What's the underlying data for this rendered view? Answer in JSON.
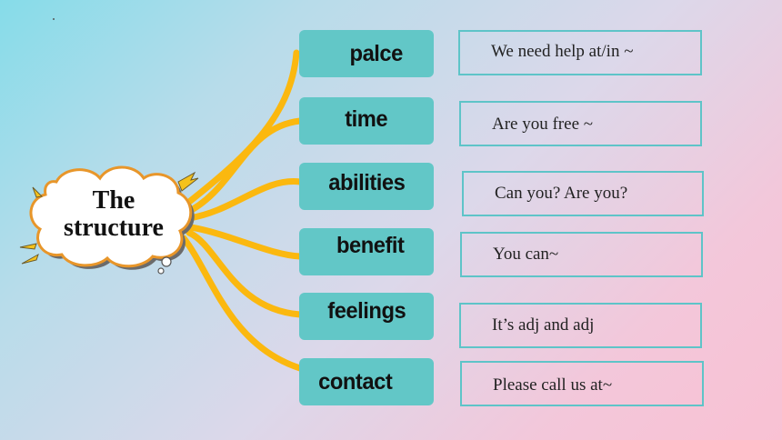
{
  "center": {
    "line1": "The",
    "line2": "structure"
  },
  "rows": [
    {
      "topic": "palce",
      "phrase": "We need help at/in ~"
    },
    {
      "topic": "time",
      "phrase": "Are you free  ~"
    },
    {
      "topic": "abilities",
      "phrase": "Can you? Are you?"
    },
    {
      "topic": "benefit",
      "phrase": "You can~"
    },
    {
      "topic": "feelings",
      "phrase": "It’s adj and adj"
    },
    {
      "topic": "contact",
      "phrase": "Please call us at~"
    }
  ],
  "colors": {
    "topic_fill": "#62c7c7",
    "phrase_border": "#5ec4c8",
    "connector": "#fbb80f",
    "cloud_outline": "#e8962a",
    "spark": "#f4c21c"
  }
}
